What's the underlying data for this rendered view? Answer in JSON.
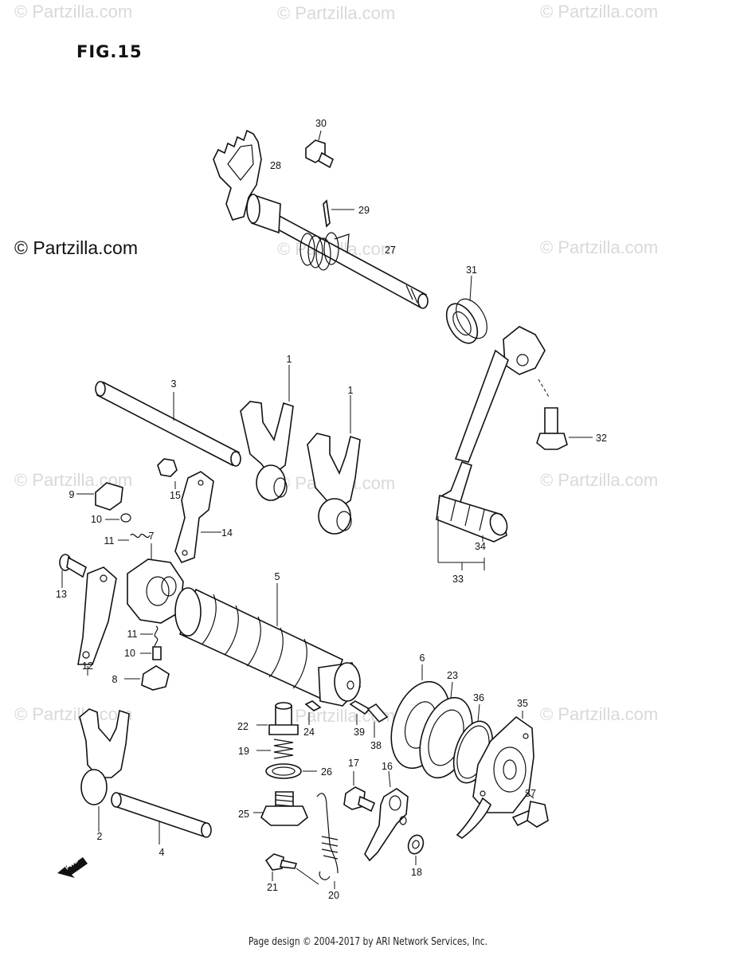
{
  "figure_title": "FIG.15",
  "watermark_text": "© Partzilla.com",
  "footer_text": "Page design © 2004-2017 by ARI Network Services, Inc.",
  "fwd_label": "FWD",
  "part_labels": [
    "1",
    "1",
    "2",
    "3",
    "4",
    "5",
    "6",
    "7",
    "8",
    "9",
    "10",
    "10",
    "11",
    "11",
    "12",
    "13",
    "14",
    "15",
    "16",
    "17",
    "18",
    "19",
    "20",
    "21",
    "22",
    "23",
    "24",
    "25",
    "26",
    "27",
    "28",
    "29",
    "30",
    "31",
    "32",
    "33",
    "34",
    "35",
    "36",
    "37",
    "38",
    "39"
  ]
}
